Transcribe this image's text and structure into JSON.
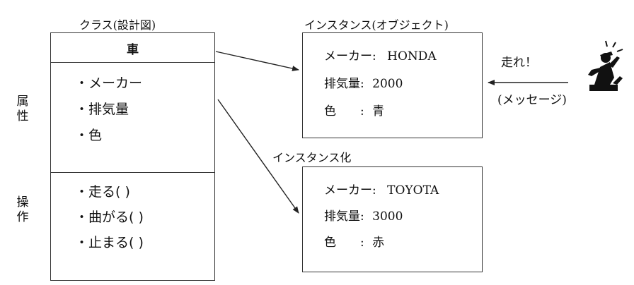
{
  "class_diagram": {
    "caption": "クラス(設計図)",
    "class_name": "車",
    "attributes_label": [
      "属",
      "性"
    ],
    "operations_label": [
      "操",
      "作"
    ],
    "attributes": [
      "・メーカー",
      "・排気量",
      "・色"
    ],
    "operations": [
      "・走る( )",
      "・曲がる( )",
      "・止まる( )"
    ]
  },
  "instance_caption": "インスタンス(オブジェクト)",
  "instantiation_label": "インスタンス化",
  "instances": [
    {
      "rows": [
        {
          "label": "メーカー:",
          "value": "HONDA"
        },
        {
          "label": "排気量:",
          "value": "2000"
        },
        {
          "label": "色　　:",
          "value": "青"
        }
      ]
    },
    {
      "rows": [
        {
          "label": "メーカー:",
          "value": "TOYOTA"
        },
        {
          "label": "排気量:",
          "value": "3000"
        },
        {
          "label": "色　　:",
          "value": "赤"
        }
      ]
    }
  ],
  "message": {
    "command": "走れ！",
    "label": "(メッセージ)"
  },
  "colors": {
    "line": "#333333",
    "text": "#111111"
  }
}
